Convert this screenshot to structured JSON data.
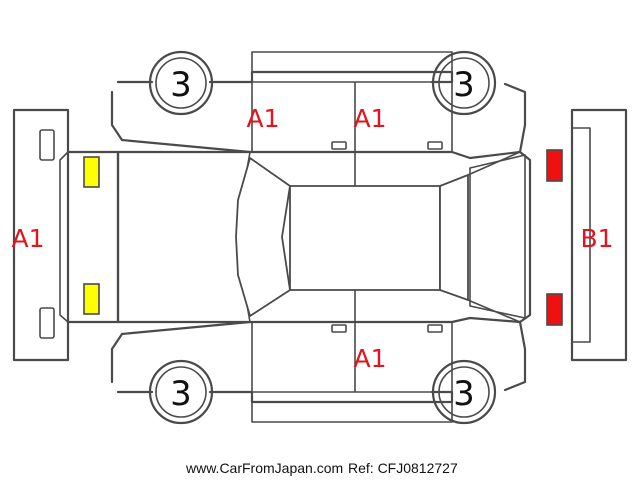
{
  "colors": {
    "outline": "#4a4a4a",
    "damage_label": "#e0151d",
    "front_lamp": "#ffff00",
    "rear_lamp": "#ee1111"
  },
  "tires": {
    "front_left": "3",
    "rear_left": "3",
    "front_right": "3",
    "rear_right": "3"
  },
  "damage_codes": {
    "front_bumper": "A1",
    "front_left_door": "A1",
    "rear_left_door": "A1",
    "right_side_door": "A1",
    "rear_bumper": "B1"
  },
  "footer": {
    "site": "www.CarFromJapan.com",
    "reference": "Ref: CFJ0812727"
  }
}
